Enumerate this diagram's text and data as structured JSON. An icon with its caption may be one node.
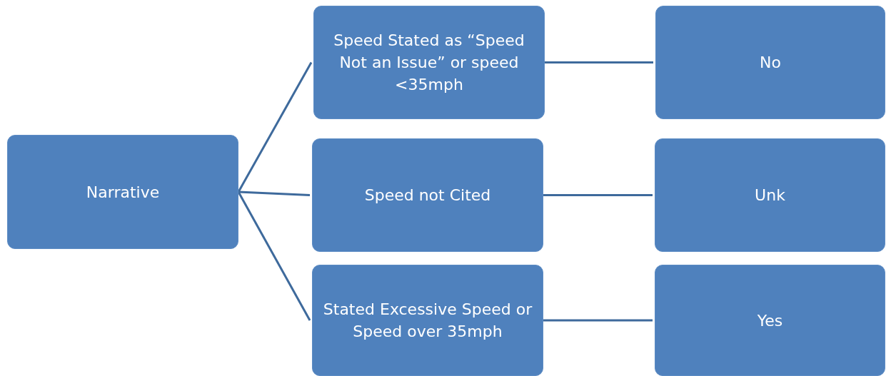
{
  "diagram": {
    "nodes": [
      {
        "text": [
          "Narrative"
        ]
      },
      {
        "text": [
          "Speed Stated as “Speed Not an Issue” or speed <35mph"
        ]
      },
      {
        "text": [
          "Speed not Cited"
        ]
      },
      {
        "text": [
          "Stated Excessive Speed or Speed over 35mph"
        ]
      },
      {
        "text": [
          "No"
        ]
      },
      {
        "text": [
          "Unk"
        ]
      },
      {
        "text": [
          "Yes"
        ]
      }
    ],
    "edges": [
      {
        "from": 0,
        "to": 1,
        "arrow": "none"
      },
      {
        "from": 0,
        "to": 2,
        "arrow": "none"
      },
      {
        "from": 0,
        "to": 3,
        "arrow": "none"
      },
      {
        "from": 1,
        "to": 4,
        "arrow": "none"
      },
      {
        "from": 2,
        "to": 5,
        "arrow": "none"
      },
      {
        "from": 3,
        "to": 6,
        "arrow": "none"
      }
    ]
  }
}
